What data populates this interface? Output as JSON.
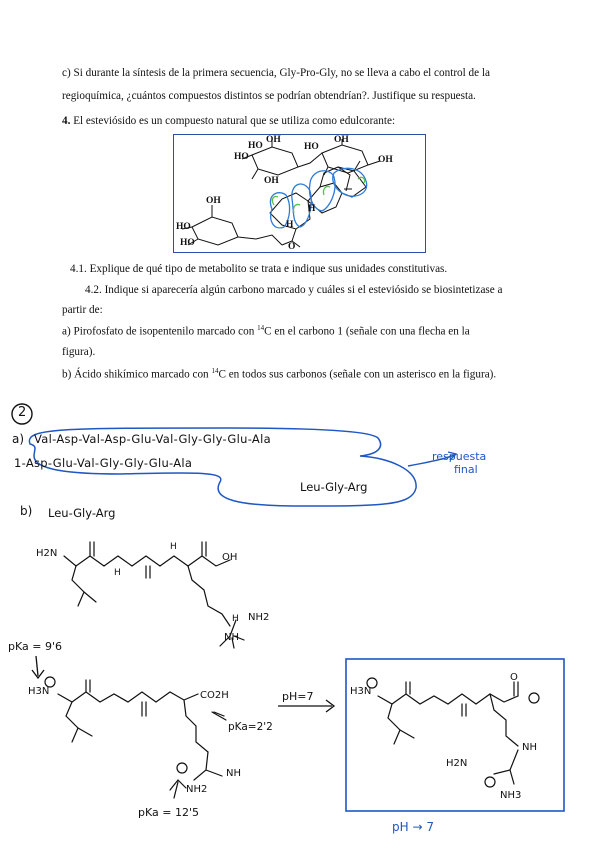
{
  "question_c": {
    "line1": "c) Si durante la síntesis de la primera secuencia, Gly-Pro-Gly, no se lleva a cabo el control de la",
    "line2": "regioquímica, ¿cuántos compuestos distintos se podrían obtendrían?. Justifique su respuesta."
  },
  "question_4": {
    "number": "4.",
    "text": " El esteviósido es un compuesto natural que se utiliza como edulcorante:"
  },
  "structure_labels": {
    "oh1": "OH",
    "oh2": "OH",
    "ho1": "HO",
    "ho2": "HO",
    "oh3": "OH",
    "ho3": "HO",
    "oh4": "OH",
    "oh5": "OH",
    "ho4": "HO",
    "ho5": "HO",
    "h1": "H",
    "h2": "H",
    "o1": "O"
  },
  "subquestions": {
    "q41": "4.1. Explique de qué tipo de metabolito se trata e indique sus unidades constitutivas.",
    "q42a": "4.2. Indique si aparecería algún carbono marcado y cuáles si el esteviósido se biosintetizase a",
    "q42b": "partir de:",
    "qa1": "a) Pirofosfato de isopentenilo marcado con ",
    "qa_sup": "14",
    "qa2": "C en el carbono 1 (señale con una flecha en la",
    "qa3": "figura).",
    "qb1": "b) Ácido shikímico marcado con ",
    "qb_sup": "14",
    "qb2": "C en todos sus carbonos (señale con un asterisco en la figura)."
  },
  "handwritten": {
    "question_number": "2",
    "a_label": "a)",
    "seq1": "Val-Asp-Val-Asp-Glu-Val-Gly-Gly-Glu-Ala",
    "seq2": "1-Asp-Glu-Val-Gly-Gly-Glu-Ala",
    "seq3": "Leu-Gly-Arg",
    "final_answer_1": "respuesta",
    "final_answer_2": "final",
    "b_label": "b)",
    "b_title": "Leu-Gly-Arg",
    "h2n": "H2N",
    "oh": "OH",
    "nh2": "NH2",
    "nh": "NH",
    "h_a": "H",
    "h_b": "H",
    "h_c": "H",
    "pka1": "pKa = 9'6",
    "pka2": "pKa=2'2",
    "pka3": "pKa = 12'5",
    "h3n": "H3N",
    "co2h": "CO2H",
    "nh2_b": "NH2",
    "nh_b": "NH",
    "ph": "pH=7",
    "box_h3n": "H3N",
    "box_nh": "NH",
    "box_h2n": "H2N",
    "box_nh3": "NH3",
    "box_o": "O",
    "ph_note": "pH → 7"
  }
}
